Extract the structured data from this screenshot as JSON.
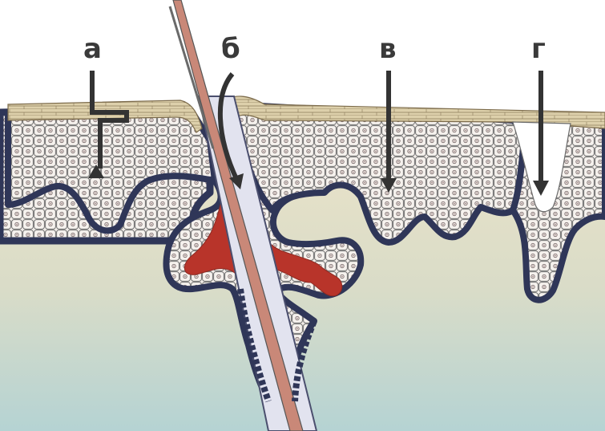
{
  "labels": {
    "a": "а",
    "b": "б",
    "v": "в",
    "g": "г"
  },
  "colors": {
    "dermis_top": "#e9dfc6",
    "dermis_bottom": "#b9d6d4",
    "epidermis_cells": "#f2ede8",
    "cell_outline": "#6b6b6b",
    "basal_layer": "#2f3658",
    "stratum_corneum": "#d9cba6",
    "tumor": "#c0392b",
    "hair_shaft": "#c98a7a",
    "hair_sheath": "#e3e4f0",
    "arrow": "#333333"
  }
}
